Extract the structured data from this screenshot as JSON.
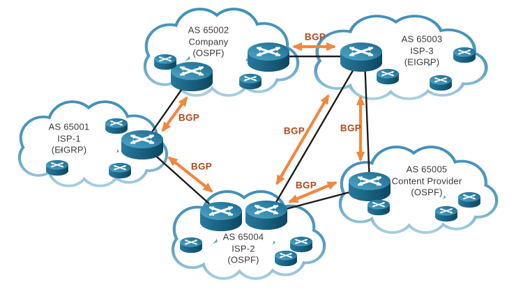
{
  "diagram": {
    "type": "network-topology",
    "colors": {
      "cloud_stroke_top": "#4190b9",
      "cloud_stroke_bottom": "#a6cee0",
      "router_top": "#4fa8cb",
      "router_side_dark": "#0c4760",
      "bgp_arrow": "#f0883e",
      "bgp_label_text": "#b04c1d",
      "link_line": "#1b1b1b",
      "as_label_text": "#3a3a3a"
    }
  },
  "clouds": [
    {
      "id": "as65002",
      "as": "AS 65002",
      "name": "Company",
      "protocol": "(OSPF)"
    },
    {
      "id": "as65003",
      "as": "AS 65003",
      "name": "ISP-3",
      "protocol": "(EIGRP)"
    },
    {
      "id": "as65001",
      "as": "AS 65001",
      "name": "ISP-1",
      "protocol": "(EIGRP)"
    },
    {
      "id": "as65004",
      "as": "AS 65004",
      "name": "ISP-2",
      "protocol": "(OSPF)"
    },
    {
      "id": "as65005",
      "as": "AS 65005",
      "name": "Content Provider",
      "protocol": "(OSPF)"
    }
  ],
  "bgp_links": [
    {
      "label": "BGP",
      "from": "AS 65001",
      "to": "AS 65002"
    },
    {
      "label": "BGP",
      "from": "AS 65002",
      "to": "AS 65003"
    },
    {
      "label": "BGP",
      "from": "AS 65001",
      "to": "AS 65004"
    },
    {
      "label": "BGP",
      "from": "AS 65003",
      "to": "AS 65004"
    },
    {
      "label": "BGP",
      "from": "AS 65003",
      "to": "AS 65005"
    },
    {
      "label": "BGP",
      "from": "AS 65004",
      "to": "AS 65005"
    }
  ]
}
